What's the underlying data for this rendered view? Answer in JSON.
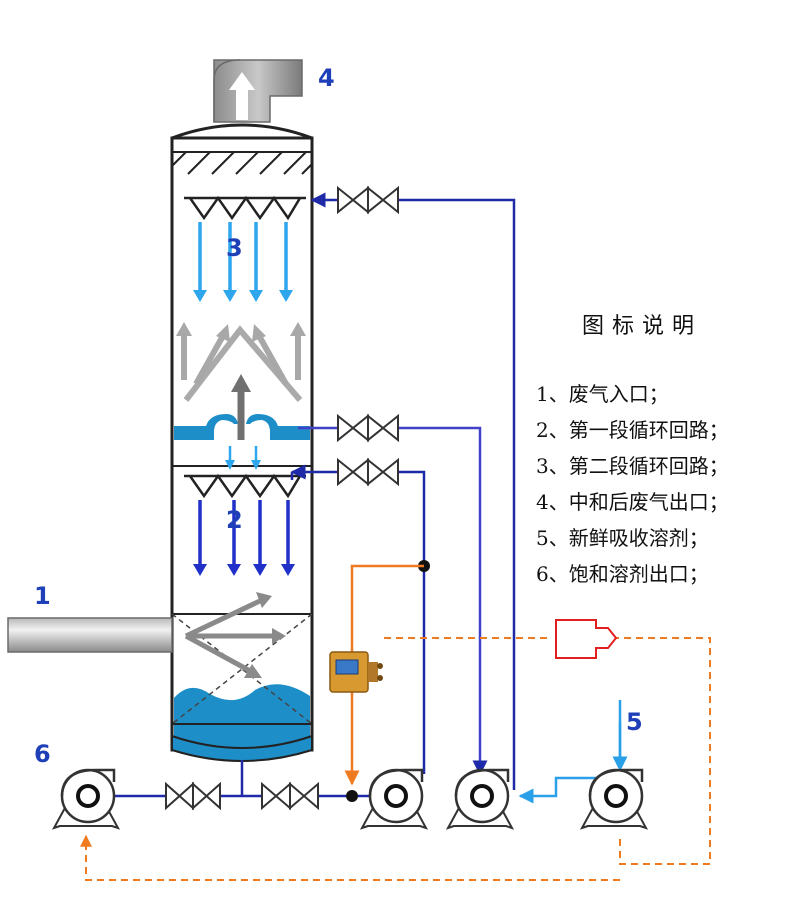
{
  "diagram": {
    "labels": {
      "n1": "1",
      "n2": "2",
      "n3": "3",
      "n4": "4",
      "n5": "5",
      "n6": "6"
    },
    "colors": {
      "tower_outline": "#222222",
      "liquid": "#1e8ec8",
      "downflow_light": "#2ea6ee",
      "downflow_dark": "#2030c8",
      "upflow_gray": "#9a9a9a",
      "pipe_dark": "#1e2aa8",
      "pipe_light": "#2aa0e8",
      "pipe_orange": "#f07a20",
      "outlet_red": "#e02020",
      "number_blue": "#1f3fb8"
    }
  },
  "legend": {
    "title": "图标说明",
    "items": [
      "1、废气入口；",
      "2、第一段循环回路；",
      "3、第二段循环回路；",
      "4、中和后废气出口；",
      "5、新鲜吸收溶剂；",
      "6、饱和溶剂出口；"
    ]
  }
}
